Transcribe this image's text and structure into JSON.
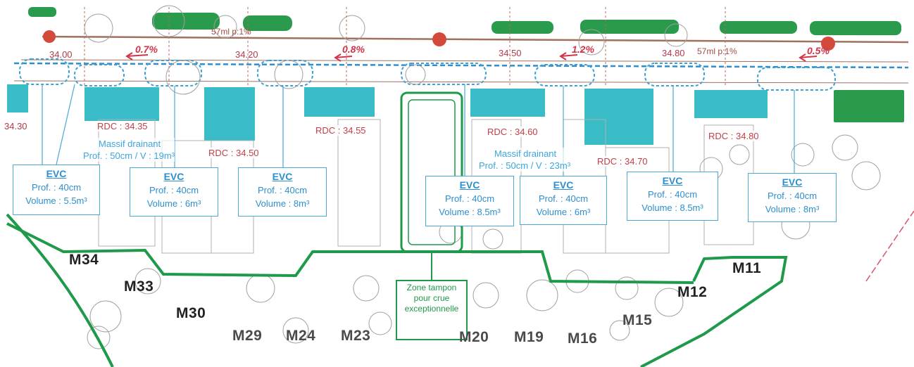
{
  "colors": {
    "green_line": "#1f9a4a",
    "teal": "#25b5c2",
    "blue": "#2d8fd0",
    "red": "#c0404a",
    "green_hedge": "#2a9a4d"
  },
  "levels": {
    "l1": "34.00",
    "l2": "34.20",
    "l3": "34.50",
    "l4": "34.80",
    "l_left": "34.30"
  },
  "slopes": {
    "s1": "0.7%",
    "s2": "0.8%",
    "s3": "1.2%",
    "s4": "0.5%"
  },
  "road_meta": {
    "m1": "57ml  p:1%",
    "m2": "57ml  p:1%"
  },
  "rdc": [
    "RDC : 34.35",
    "RDC : 34.50",
    "RDC : 34.55",
    "RDC : 34.60",
    "RDC : 34.70",
    "RDC : 34.80"
  ],
  "massifs": [
    {
      "line1": "Massif drainant",
      "line2": "Prof. : 50cm / V : 19m³"
    },
    {
      "line1": "Massif drainant",
      "line2": "Prof. : 50cm / V : 23m³"
    }
  ],
  "evc_boxes": [
    {
      "title": "EVC",
      "depth": "Prof. : 40cm",
      "volume": "Volume : 5.5m³"
    },
    {
      "title": "EVC",
      "depth": "Prof. : 40cm",
      "volume": "Volume : 6m³"
    },
    {
      "title": "EVC",
      "depth": "Prof. : 40cm",
      "volume": "Volume : 8m³"
    },
    {
      "title": "EVC",
      "depth": "Prof. : 40cm",
      "volume": "Volume : 8.5m³"
    },
    {
      "title": "EVC",
      "depth": "Prof. : 40cm",
      "volume": "Volume : 6m³"
    },
    {
      "title": "EVC",
      "depth": "Prof. : 40cm",
      "volume": "Volume : 8.5m³"
    },
    {
      "title": "EVC",
      "depth": "Prof. : 40cm",
      "volume": "Volume : 8m³"
    }
  ],
  "zone_tampon": "Zone tampon pour crue exceptionnelle",
  "lots": [
    "M34",
    "M33",
    "M30",
    "M29",
    "M24",
    "M23",
    "M20",
    "M19",
    "M16",
    "M15",
    "M12",
    "M11"
  ]
}
